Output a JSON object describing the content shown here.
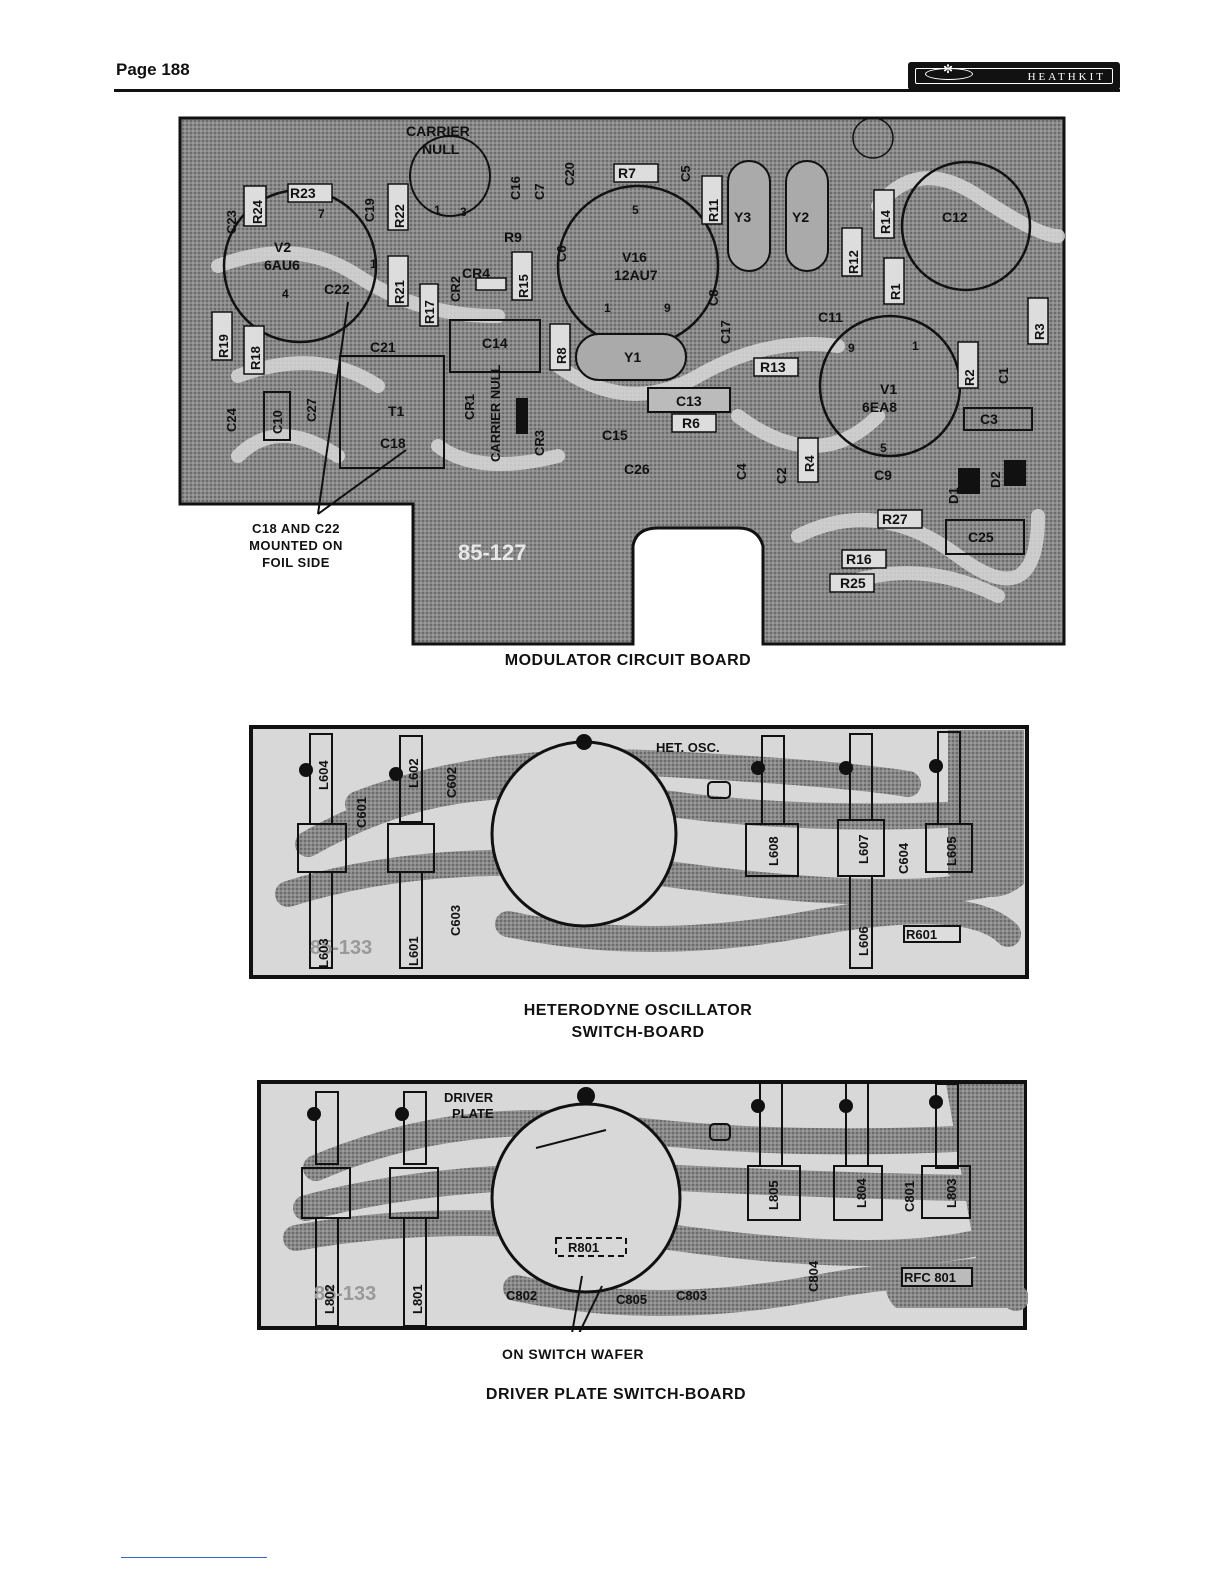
{
  "header": {
    "page_label": "Page 188",
    "brand": "HEATHKIT"
  },
  "modulator": {
    "caption": "MODULATOR CIRCUIT BOARD",
    "board_number": "85-127",
    "note_line1": "C18 AND C22",
    "note_line2": "MOUNTED ON",
    "note_line3": "FOIL SIDE",
    "control_label_line1": "CARRIER",
    "control_label_line2": "NULL",
    "labels": {
      "C23": "C23",
      "R24": "R24",
      "R23": "R23",
      "C19": "C19",
      "R22": "R22",
      "V2": "V2",
      "V2_type": "6AU6",
      "C22": "C22",
      "R21": "R21",
      "R17": "R17",
      "CR2": "CR2",
      "CR4": "CR4",
      "R15": "R15",
      "C16": "C16",
      "C7": "C7",
      "C20": "C20",
      "R9": "R9",
      "C6": "C6",
      "R7": "R7",
      "C5": "C5",
      "R11": "R11",
      "Y3": "Y3",
      "Y2": "Y2",
      "R14": "R14",
      "C12": "C12",
      "R12": "R12",
      "R1": "R1",
      "V16": "V16",
      "V16_type": "12AU7",
      "C8": "C8",
      "C17": "C17",
      "C11": "C11",
      "R3": "R3",
      "R19": "R19",
      "R18": "R18",
      "C21": "C21",
      "C14": "C14",
      "R8": "R8",
      "Y1": "Y1",
      "R13": "R13",
      "V1": "V1",
      "V1_type": "6EA8",
      "R2": "R2",
      "C1": "C1",
      "C24": "C24",
      "C10": "C10",
      "C27": "C27",
      "T1": "T1",
      "C18": "C18",
      "CR1": "CR1",
      "CN_vert": "CARRIER NULL",
      "CR3": "CR3",
      "C15": "C15",
      "C26": "C26",
      "C13": "C13",
      "R6": "R6",
      "C4": "C4",
      "C2": "C2",
      "R4": "R4",
      "C3": "C3",
      "C9": "C9",
      "D1": "D1",
      "D2": "D2",
      "R27": "R27",
      "C25": "C25",
      "R16": "R16",
      "R25": "R25"
    },
    "pins": {
      "p7": "7",
      "p1": "1",
      "p4": "4",
      "p1b": "1",
      "p3": "3",
      "p5": "5",
      "p1c": "1",
      "p9": "9",
      "p9b": "9",
      "p1d": "1",
      "p5b": "5"
    }
  },
  "heterodyne": {
    "caption_line1": "HETERODYNE OSCILLATOR",
    "caption_line2": "SWITCH-BOARD",
    "board_number": "85-133",
    "switch_label": "HET. OSC.",
    "labels": {
      "L604": "L604",
      "L602": "L602",
      "C601": "C601",
      "C602": "C602",
      "L603": "L603",
      "L601": "L601",
      "C603": "C603",
      "L608": "L608",
      "L607": "L607",
      "C604": "C604",
      "L605": "L605",
      "L606": "L606",
      "R601": "R601"
    }
  },
  "driver": {
    "caption": "DRIVER PLATE SWITCH-BOARD",
    "board_number": "85-133",
    "switch_label_line1": "DRIVER",
    "switch_label_line2": "PLATE",
    "note": "ON SWITCH WAFER",
    "labels": {
      "L802": "L802",
      "L801": "L801",
      "R801": "R801",
      "C802": "C802",
      "C805": "C805",
      "C803": "C803",
      "L805": "L805",
      "L804": "L804",
      "C801": "C801",
      "L803": "L803",
      "C804": "C804",
      "RFC801": "RFC 801"
    }
  }
}
